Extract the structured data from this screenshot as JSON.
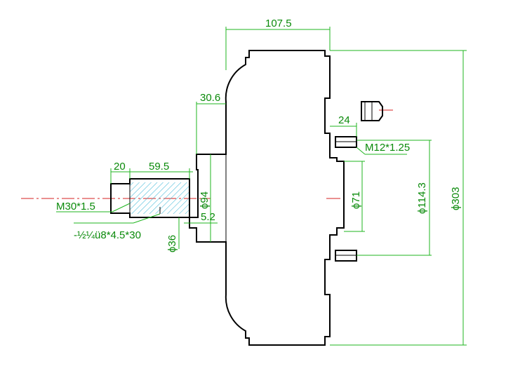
{
  "dimensions": {
    "overall_length": "107.5",
    "flange_offset": "30.6",
    "stud_offset": "24",
    "stud_thread": "M12*1.25",
    "bore_71": "ϕ71",
    "pcd_114": "ϕ114.3",
    "od_303": "ϕ303",
    "hub_94": "ϕ94",
    "shaft_20": "20",
    "shaft_59": "59.5",
    "shaft_thread": "M30*1.5",
    "spline_spec": "-½¼ü8*4.5*30",
    "shaft_36": "ϕ36",
    "shoulder_52": "5.2"
  },
  "colors": {
    "outline": "#000000",
    "dimension": "#1fb51f",
    "centerline": "#d62020",
    "hatch": "#3fb8d8"
  }
}
